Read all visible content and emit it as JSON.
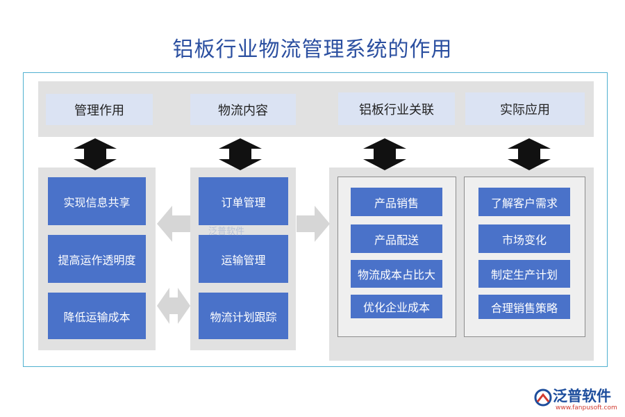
{
  "title": "铝板行业物流管理系统的作用",
  "headers": {
    "management": "管理作用",
    "logistics": "物流内容",
    "industry": "铝板行业关联",
    "application": "实际应用"
  },
  "management_items": [
    "实现信息共享",
    "提高运作透明度",
    "降低运输成本"
  ],
  "logistics_items": [
    "订单管理",
    "运输管理",
    "物流计划跟踪"
  ],
  "industry_items": [
    "产品销售",
    "产品配送",
    "物流成本占比大",
    "优化企业成本"
  ],
  "application_items": [
    "了解客户需求",
    "市场变化",
    "制定生产计划",
    "合理销售策略"
  ],
  "watermark": "泛普软件",
  "logo": {
    "name": "泛普软件",
    "url": "www.fanpusoft.com"
  },
  "colors": {
    "title": "#2b4fa0",
    "item_fill": "#4a72c9",
    "header_fill": "#dbe3f3",
    "arrow": "#111111"
  }
}
